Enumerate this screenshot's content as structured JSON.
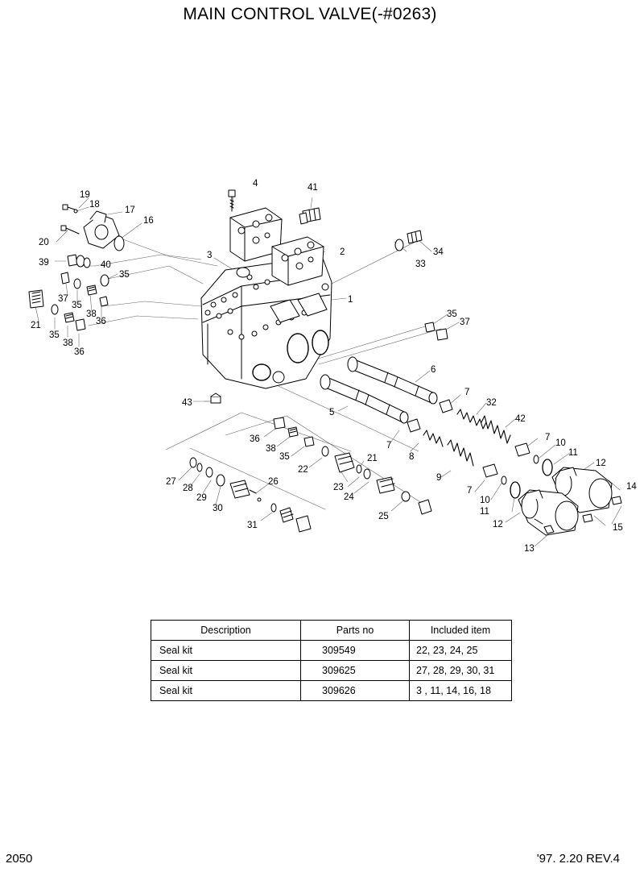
{
  "title": "MAIN CONTROL VALVE(-#0263)",
  "callouts": [
    "1",
    "2",
    "3",
    "4",
    "5",
    "6",
    "7",
    "8",
    "9",
    "10",
    "11",
    "12",
    "13",
    "14",
    "15",
    "16",
    "17",
    "18",
    "19",
    "20",
    "21",
    "22",
    "23",
    "24",
    "25",
    "26",
    "27",
    "28",
    "29",
    "30",
    "31",
    "32",
    "33",
    "34",
    "35",
    "36",
    "37",
    "38",
    "39",
    "40",
    "41",
    "42",
    "43"
  ],
  "table": {
    "headers": [
      "Description",
      "Parts no",
      "Included item"
    ],
    "rows": [
      {
        "description": "Seal kit",
        "parts_no": "309549",
        "included": "22, 23,  24, 25"
      },
      {
        "description": "Seal kit",
        "parts_no": "309625",
        "included": "27, 28, 29, 30, 31"
      },
      {
        "description": "Seal kit",
        "parts_no": "309626",
        "included": "3  , 11,  14, 16, 18"
      }
    ]
  },
  "footer": {
    "page": "2050",
    "revision": "'97. 2.20  REV.4"
  }
}
